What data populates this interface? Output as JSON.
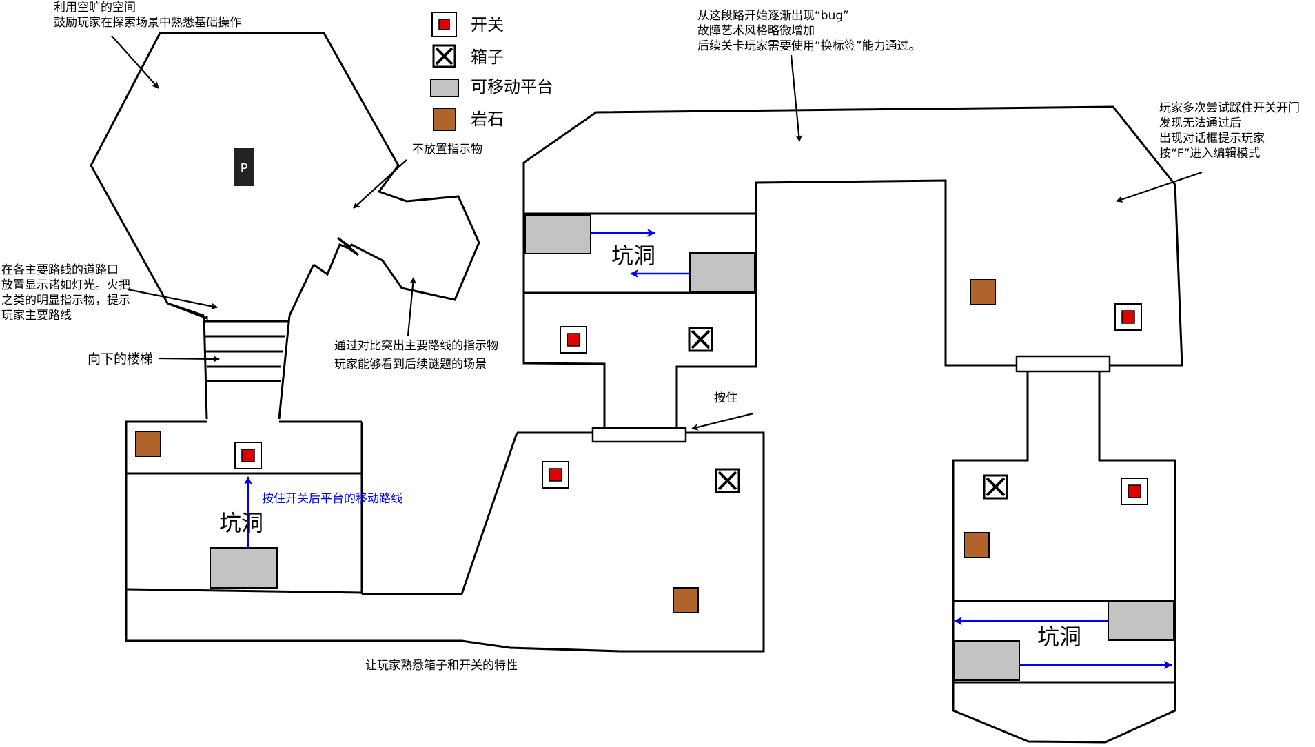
{
  "legend": {
    "switch": "开关",
    "box": "箱子",
    "platform": "可移动平台",
    "rock": "岩石"
  },
  "player_marker": "P",
  "pit_label": "坑洞",
  "notes": {
    "open_space": [
      "利用空旷的空间",
      "鼓励玩家在探索场景中熟悉基础操作"
    ],
    "no_marker": "不放置指示物",
    "route_markers": [
      "在各主要路线的道路口",
      "放置显示诸如灯光。火把",
      "之类的明显指示物，提示",
      "玩家主要路线"
    ],
    "stairs": "向下的楼梯",
    "contrast": [
      "通过对比突出主要路线的指示物",
      "玩家能够看到后续谜题的场景"
    ],
    "platform_path": "按住开关后平台的移动路线",
    "familiarize": "让玩家熟悉箱子和开关的特性",
    "hold": "按住",
    "bug": [
      "从这段路开始逐渐出现“bug”",
      "故障艺术风格略微增加",
      "后续关卡玩家需要使用“换标签”能力通过。"
    ],
    "edit_mode": [
      "玩家多次尝试踩住开关开门",
      "发现无法通过后",
      "出现对话框提示玩家",
      "按“F”进入编辑模式"
    ]
  },
  "colors": {
    "switch_red": "#e00000",
    "platform_gray": "#c3c3c3",
    "rock_brown": "#b0632b",
    "arrow_blue": "#0000ee"
  }
}
